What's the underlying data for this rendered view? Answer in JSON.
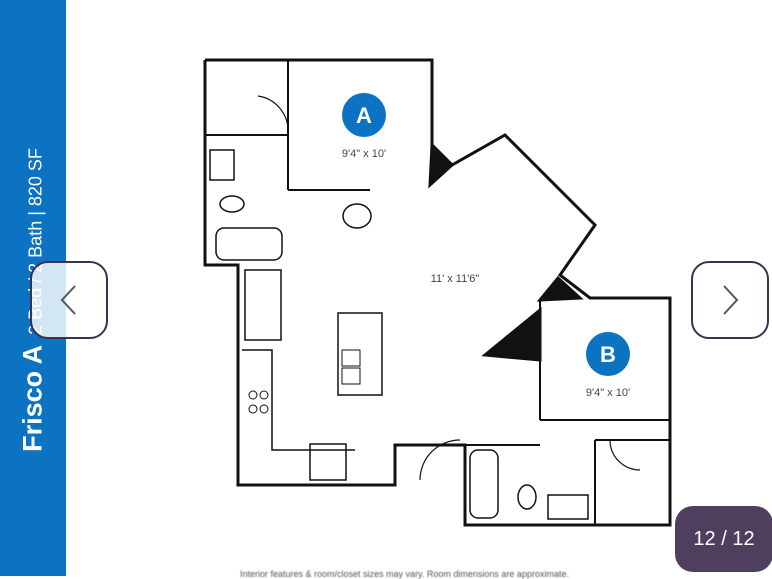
{
  "floorplan": {
    "name": "Frisco A",
    "specs": "2 Bed / 2 Bath | 820 SF",
    "rooms": [
      {
        "badge": "A",
        "dimensions": "9'4\" x 10'"
      },
      {
        "badge": "B",
        "dimensions": "9'4\" x 10'"
      }
    ],
    "living_dimensions": "11' x 11'6\"",
    "disclaimer": "Interior features & room/closet sizes may vary. Room dimensions are approximate."
  },
  "gallery": {
    "counter": "12 / 12",
    "prev_icon": "chevron-left-icon",
    "next_icon": "chevron-right-icon"
  },
  "colors": {
    "sidebar": "#0b73c2",
    "badge": "#0b73c2",
    "counter_bg": "#4e3f5f",
    "nav_border": "#3e2f55"
  }
}
